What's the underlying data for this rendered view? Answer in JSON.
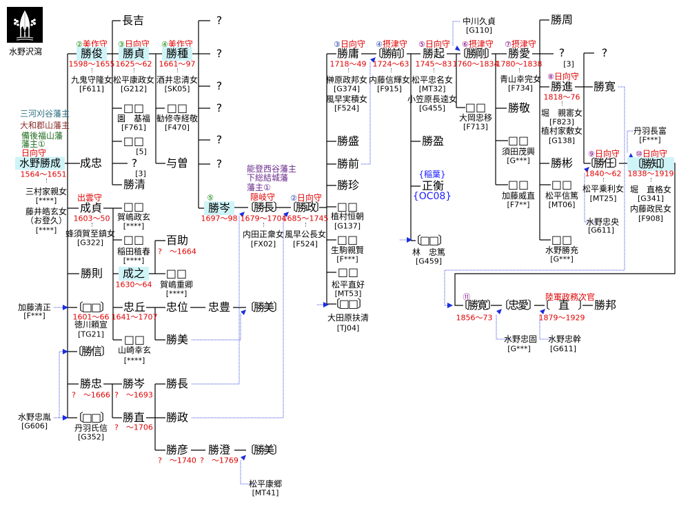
{
  "crest": {
    "icon": "omodaka-crest-icon",
    "label": "水野沢瀉"
  },
  "palette": {
    "name_highlight": "#cff4f8",
    "red": "#e00000",
    "rank_green": "#008000",
    "rank_navy": "#1c3fa8",
    "rank_purple": "#800080",
    "domain_teal": "#2a6e80",
    "domain_brown": "#8b2e2e",
    "domain_green": "#1e6b1e",
    "domain_purple": "#6a2a8a",
    "branch_blue": "#1a1aff",
    "adoption_link": "#3344dd"
  },
  "persons": {
    "katsunari": {
      "domains": [
        "三河刈谷藩主",
        "大和郡山藩主",
        "備後福山藩",
        "藩主①"
      ],
      "office": "日向守",
      "name": "水野勝成",
      "dates": "1564〜1651",
      "spouses": [
        {
          "name": "三村家親女",
          "ref": "[****]"
        },
        {
          "name": "藤井皓玄女",
          "note": "（お登久）",
          "ref": "[****]"
        }
      ]
    },
    "katsutoshi": {
      "rank": "②",
      "office": "美作守",
      "name": "勝俊",
      "dates": "1598〜1655",
      "spouses": [
        {
          "name": "九鬼守隆女",
          "ref": "[F611]"
        }
      ]
    },
    "nagayoshi": {
      "name": "長吉"
    },
    "katsusada": {
      "rank": "③",
      "office": "日向守",
      "name": "勝貞",
      "dates": "1625〜62",
      "spouses": [
        {
          "name": "松平康政女",
          "ref": "[G212]"
        }
      ]
    },
    "daughter_sono": {
      "name": "□□",
      "spouse": "園　基福",
      "ref": "[F761]"
    },
    "child_count5": {
      "name": "□□",
      "note": "[5]"
    },
    "unknown_count3": {
      "name": "?",
      "note": "[3]"
    },
    "katsukiyo": {
      "name": "勝清"
    },
    "katsutane": {
      "rank": "④",
      "office": "美作守",
      "name": "勝種",
      "dates": "1661〜97",
      "spouses": [
        {
          "name": "酒井忠清女",
          "ref": "[SK05]"
        }
      ]
    },
    "daughter_kajuji": {
      "name": "□□",
      "spouse": "勧修寺経敬",
      "ref": "[F470]"
    },
    "yoso": {
      "name": "与曽"
    },
    "katsutane_unknown_children": [
      "?",
      "?",
      "?",
      "?",
      "?",
      "?"
    ],
    "katsumine": {
      "rank": "⑤",
      "name": "勝岑",
      "dates": "1697〜98"
    },
    "naritada": {
      "name": "成忠"
    },
    "narisada": {
      "office": "出雲守",
      "name": "成貞",
      "dates": "1603〜50",
      "spouses": [
        {
          "name": "蜂須賀至鎮女",
          "ref": "[G322]"
        }
      ]
    },
    "daughter_kashima_masaharu": {
      "name": "□□",
      "spouse": "賀嶋政玄",
      "ref": "[****]"
    },
    "daughter_inada": {
      "name": "□□",
      "spouse": "稲田稙春",
      "ref": "[****]"
    },
    "hyakusuke": {
      "name": "百助",
      "dates": "?　〜1664"
    },
    "katsunori": {
      "name": "勝則"
    },
    "nariyuki": {
      "name": "成之",
      "dates": "1630〜64"
    },
    "daughter_kashima_shigenori": {
      "name": "□□",
      "spouse": "賀嶋重卿",
      "ref": "[****]"
    },
    "kato_kiyomasa": {
      "name": "加藤清正",
      "ref": "[F***]"
    },
    "adopted_daughter_tokugawa": {
      "name": "〔□□〕",
      "dates": "1601〜66",
      "spouse": "徳川頼宣",
      "ref": "[TG21]"
    },
    "tadaoka": {
      "name": "忠丘",
      "dates": "1641〜1707"
    },
    "tadakura": {
      "name": "忠位"
    },
    "tadatoyo": {
      "name": "忠豊"
    },
    "katsuyoshi_heir_a": {
      "name": "〔勝美〕"
    },
    "katsuyoshi": {
      "name": "勝美"
    },
    "daughter_yamazaki": {
      "name": "□□",
      "spouse": "山崎幸玄",
      "ref": "[****]"
    },
    "katsunobu": {
      "name": "〔勝信〕"
    },
    "katsutada": {
      "name": "勝忠",
      "dates": "?　〜1666"
    },
    "katsumine_b": {
      "name": "勝岑",
      "dates": "?　〜1693"
    },
    "katsunaga_b": {
      "name": "勝長"
    },
    "mizuno_tadatane": {
      "name": "水野忠胤",
      "ref": "[G606]"
    },
    "adopted_daughter_niwa": {
      "name": "〔□□〕",
      "spouse": "丹羽氏信",
      "ref": "[G352]"
    },
    "katsunao": {
      "name": "勝直",
      "dates": "?　〜1706"
    },
    "katsumasa_b": {
      "name": "勝政"
    },
    "katsuhiko": {
      "name": "勝彦",
      "dates": "?　〜1740"
    },
    "katsuzumi": {
      "name": "勝澄",
      "dates": "?　〜1769"
    },
    "katsuyoshi_heir_b": {
      "name": "〔勝美〕"
    },
    "matsudaira_yasusato": {
      "name": "松平康郷",
      "ref": "[MT41]"
    },
    "katsunaga": {
      "domains": [
        "能登西谷藩主",
        "下総結城藩",
        "藩主①"
      ],
      "office": "隠岐守",
      "name": "〔勝長〕",
      "dates": "1679〜1704",
      "spouses": [
        {
          "name": "内田正衆女",
          "ref": "[FX02]"
        }
      ]
    },
    "katsumasa": {
      "rank": "②",
      "office": "日向守",
      "name": "〔勝政〕",
      "dates": "1685〜1745",
      "spouses": [
        {
          "name": "風早公長女",
          "ref": "[F524]"
        }
      ]
    },
    "katsutsune": {
      "rank": "③",
      "office": "日向守",
      "name": "勝庸",
      "dates": "1718〜49",
      "spouses": [
        {
          "name": "榊原政邦女",
          "ref": "[G374]"
        },
        {
          "name": "風早実積女",
          "ref": "[F524]"
        }
      ]
    },
    "katsumori": {
      "name": "勝盛"
    },
    "katsusaki_b": {
      "name": "勝前"
    },
    "katsuyoshi_c": {
      "name": "勝珍"
    },
    "daughter_uemura": {
      "name": "□□",
      "spouse": "植村恒朝",
      "ref": "[G137]"
    },
    "daughter_ikoma": {
      "name": "□□",
      "spouse": "生駒親賢",
      "ref": "[F***]"
    },
    "daughter_matsudaira_naoyoshi": {
      "name": "□□",
      "spouse": "松平直好",
      "ref": "[MT53]"
    },
    "adopted_daughter_otawara": {
      "name": "〔□□〕",
      "spouse": "大田原扶清",
      "ref": "[TJ04]"
    },
    "katsusaki": {
      "rank": "④",
      "office": "摂津守",
      "name": "〔勝前〕",
      "dates": "1724〜63",
      "spouses": [
        {
          "name": "内藤信輝女",
          "ref": "[F915]"
        }
      ]
    },
    "katsuoki": {
      "rank": "⑤",
      "office": "日向守",
      "name": "勝起",
      "dates": "1745〜83",
      "spouses": [
        {
          "name": "松平忠名女",
          "ref": "[MT32]"
        },
        {
          "name": "小笠原長逵女",
          "ref": "[G455]"
        }
      ]
    },
    "katsumitsu": {
      "name": "勝盈"
    },
    "masahira": {
      "adopted_into": "{稲葉}",
      "name": "正衡",
      "ref": "{OC08}"
    },
    "adopted_daughter_hayashi": {
      "name": "〔□□〕",
      "spouse": "林　忠篤",
      "ref": "[G459]"
    },
    "nakagawa_hisasada": {
      "name": "中川久貞",
      "ref": "[G110]"
    },
    "katsutaka": {
      "rank": "⑥",
      "office": "摂津守",
      "name": "〔勝剛〕",
      "dates": "1760〜1834"
    },
    "daughter_ooka": {
      "name": "□□",
      "spouse": "大岡忠移",
      "ref": "[F713]"
    },
    "katsuchika": {
      "rank": "⑦",
      "office": "摂津守",
      "name": "勝愛",
      "dates": "1780〜1838",
      "spouses": [
        {
          "name": "青山幸完女",
          "ref": "[F734]"
        }
      ]
    },
    "katsutaka_b": {
      "name": "勝敬"
    },
    "daughter_suda": {
      "name": "□□",
      "spouse": "須田茂興",
      "ref": "[G***]"
    },
    "daughter_kato": {
      "name": "□□",
      "spouse": "加藤威直",
      "ref": "[F7**]"
    },
    "katsuchika_b": {
      "name": "勝周"
    },
    "unknown_count3_b": {
      "name": "?",
      "note": "[3]"
    },
    "katsuyuki": {
      "rank": "⑧",
      "office": "日向守",
      "name": "勝進",
      "dates": "1818〜76",
      "spouses": [
        {
          "name": "堀　親寚女",
          "ref": "[F823]"
        },
        {
          "name": "植村家敷女",
          "ref": "[G138]"
        }
      ]
    },
    "katsuaki": {
      "name": "勝彬"
    },
    "daughter_matsudaira_nobuatsu": {
      "name": "□□",
      "spouse": "松平信篤",
      "ref": "[MT06]"
    },
    "daughter_mizuno": {
      "name": "□□",
      "spouse": "水野勝充",
      "ref": "[G***]"
    },
    "unknown_katsuyuki_child": {
      "name": "?"
    },
    "katsuhiro": {
      "name": "勝寛"
    },
    "niwa_nagatomi": {
      "name": "丹羽長富",
      "ref": "[F***]"
    },
    "katsutou": {
      "rank": "⑨",
      "office": "日向守",
      "name": "〔勝任〕",
      "dates": "1840〜62",
      "spouses": [
        {
          "name": "松平乗利女",
          "ref": "[MT25]"
        }
      ]
    },
    "mizuno_tadanaka": {
      "name": "水野忠央",
      "ref": "[G611]"
    },
    "katsutomo": {
      "rank": "⑩",
      "office": "日向守",
      "name": "〔勝知〕",
      "dates": "1838〜1919",
      "spouses": [
        {
          "name": "堀　直格女",
          "ref": "[G341]"
        },
        {
          "name": "内藤政民女",
          "ref": "[F908]"
        }
      ]
    },
    "katsuhiro_b": {
      "rank": "⑪",
      "name": "〔勝寛〕",
      "dates": "1856〜73"
    },
    "tadachika": {
      "name": "〔忠愛〕"
    },
    "nao": {
      "office": "陸軍政務次官",
      "name": "〔　直　〕",
      "dates": "1879〜1929"
    },
    "katsukuni": {
      "name": "勝邦"
    },
    "mizuno_tadakata": {
      "name": "水野忠固",
      "ref": "[G***]"
    },
    "mizuno_tadamoto": {
      "name": "水野忠幹",
      "ref": "[G611]"
    }
  }
}
